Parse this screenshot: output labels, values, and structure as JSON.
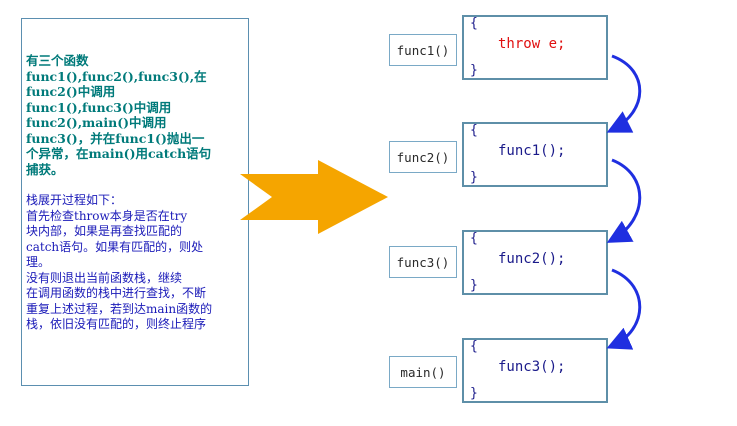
{
  "note": {
    "title": "有三个函数\nfunc1(),func2(),func3(),在\nfunc2()中调用\nfunc1(),func3()中调用\nfunc2(),main()中调用\nfunc3()，并在func1()抛出一\n个异常，在main()用catch语句\n捕获。",
    "body": "栈展开过程如下：\n    首先检查throw本身是否在try\n块内部，如果是再查找匹配的\ncatch语句。如果有匹配的，则处\n理。\n    没有则退出当前函数栈，继续\n在调用函数的栈中进行查找，不断\n重复上述过程，若到达main函数的\n栈，依旧没有匹配的，则终止程序"
  },
  "frames": [
    {
      "label": "func1()",
      "open": "{",
      "close": "}",
      "stmt": "throw e;"
    },
    {
      "label": "func2()",
      "open": "{",
      "close": "}",
      "stmt": "func1();"
    },
    {
      "label": "func3()",
      "open": "{",
      "close": "}",
      "stmt": "func2();"
    },
    {
      "label": "main()",
      "open": "{",
      "close": "}",
      "stmt": "func3();"
    }
  ],
  "colors": {
    "arrow_fill": "#f5a500",
    "link_arrow": "#1f2fe0",
    "throw_text": "#e01010",
    "code_text": "#1a1a8a",
    "note_title": "#007a7a",
    "note_body": "#1a1ab8"
  }
}
